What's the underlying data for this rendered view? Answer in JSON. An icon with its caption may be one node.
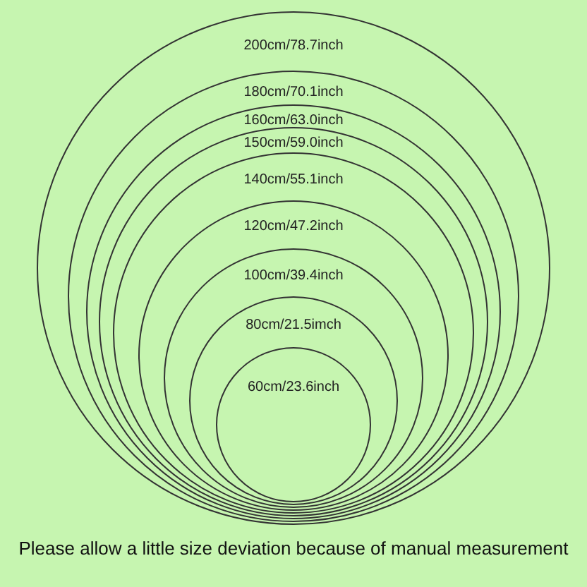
{
  "diagram": {
    "nodes": [
      {
        "text": [
          "200cm/78.7inch"
        ]
      },
      {
        "text": [
          "180cm/70.1inch"
        ],
        "in": 0
      },
      {
        "text": [
          "160cm/63.0inch"
        ],
        "in": 1
      },
      {
        "text": [
          "150cm/59.0inch"
        ],
        "in": 2
      },
      {
        "text": [
          "140cm/55.1inch"
        ],
        "in": 3
      },
      {
        "text": [
          "120cm/47.2inch"
        ],
        "in": 4
      },
      {
        "text": [
          "100cm/39.4inch"
        ],
        "in": 5
      },
      {
        "text": [
          "80cm/21.5imch"
        ],
        "in": 6
      },
      {
        "text": [
          "60cm/23.6inch"
        ],
        "in": 7
      }
    ],
    "caption": "Please allow a little size deviation because of manual measurement"
  }
}
